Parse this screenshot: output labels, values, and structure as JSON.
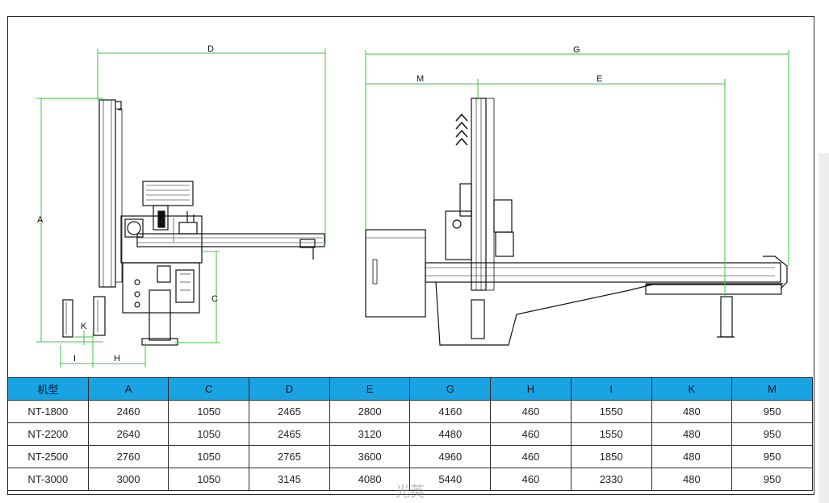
{
  "dimension_letters": {
    "A": "A",
    "C": "C",
    "D": "D",
    "E": "E",
    "G": "G",
    "H": "H",
    "I": "I",
    "K": "K",
    "M": "M"
  },
  "colors": {
    "dimension_line": "#3cc43c",
    "table_header": "#1aa3e3",
    "line_art": "#111111"
  },
  "table": {
    "headers": [
      "机型",
      "A",
      "C",
      "D",
      "E",
      "G",
      "H",
      "I",
      "K",
      "M"
    ],
    "rows": [
      [
        "NT-1800",
        "2460",
        "1050",
        "2465",
        "2800",
        "4160",
        "460",
        "1550",
        "480",
        "950"
      ],
      [
        "NT-2200",
        "2640",
        "1050",
        "2465",
        "3120",
        "4480",
        "460",
        "1550",
        "480",
        "950"
      ],
      [
        "NT-2500",
        "2760",
        "1050",
        "2765",
        "3600",
        "4960",
        "460",
        "1850",
        "480",
        "950"
      ],
      [
        "NT-3000",
        "3000",
        "1050",
        "3145",
        "4080",
        "5440",
        "460",
        "2330",
        "480",
        "950"
      ]
    ]
  },
  "watermark": "光英"
}
